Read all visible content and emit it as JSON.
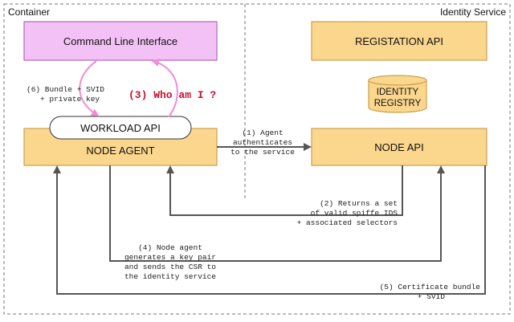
{
  "containers": {
    "left_title": "Container",
    "right_title": "Identity Service"
  },
  "boxes": {
    "cli": "Command Line Interface",
    "registration_api": "REGISTATION API",
    "identity_registry_line1": "IDENTITY",
    "identity_registry_line2": "REGISTRY",
    "workload_api": "WORKLOAD API",
    "node_agent": "NODE AGENT",
    "node_api": "NODE API"
  },
  "annotations": {
    "who_am_i": "(3) Who am I ?",
    "step1": [
      "(1) Agent",
      "authenticates",
      "to the service"
    ],
    "step2": [
      "(2) Returns a set",
      "of valid spiffe IDS",
      "+ associated selectors"
    ],
    "step4": [
      "(4) Node agent",
      "generates a key pair",
      "and sends the CSR to",
      "the identity service"
    ],
    "step5": [
      "(5) Certificate bundle",
      "+ SVID"
    ],
    "step6": [
      "(6) Bundle + SVID",
      "+ private key"
    ]
  },
  "colors": {
    "cli_fill": "#f3c1f5",
    "cli_border": "#b06ab6",
    "orange_fill": "#fbd68d",
    "orange_border": "#c9a04e",
    "accent_red": "#c8102e",
    "arrow_pink": "#f08cd8",
    "line": "#444444"
  }
}
